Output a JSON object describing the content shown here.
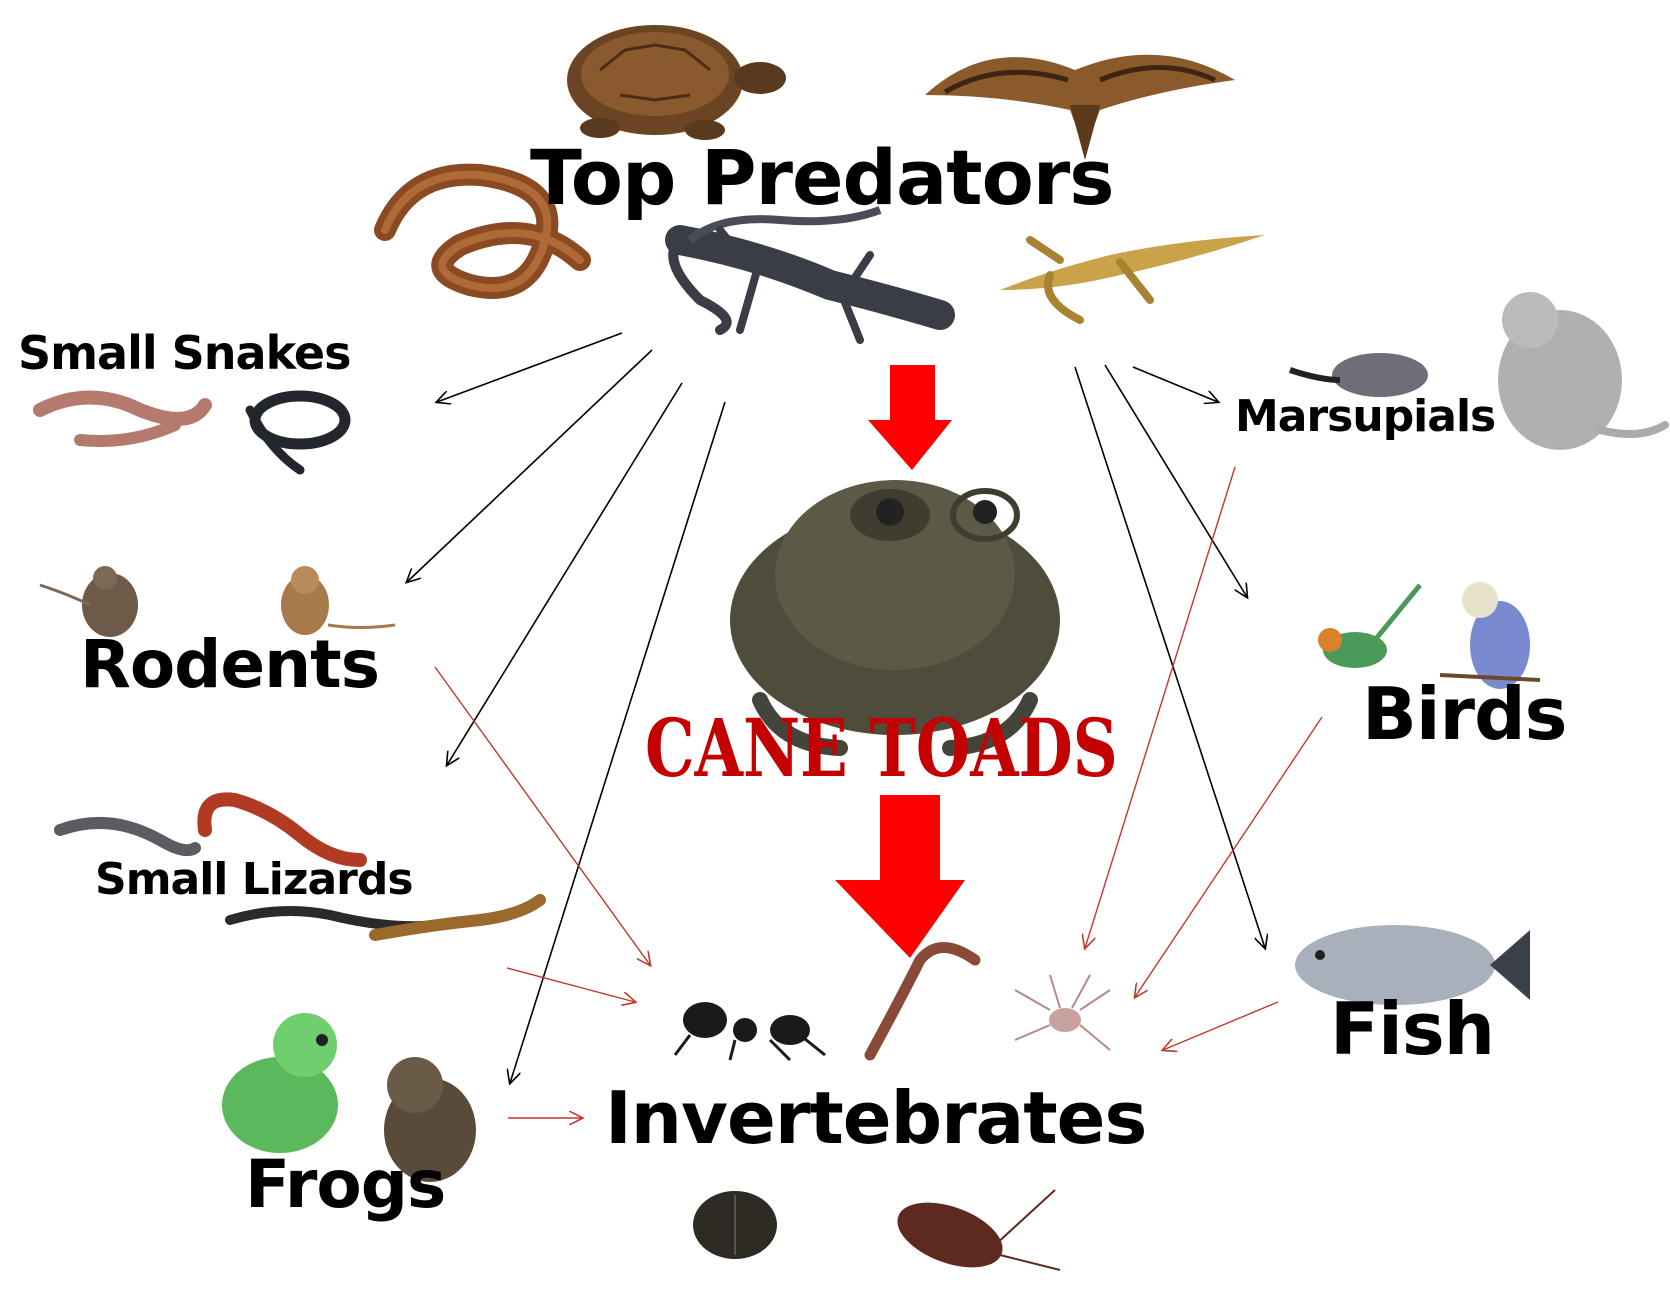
{
  "labels": {
    "top_predators": "Top Predators",
    "small_snakes": "Small Snakes",
    "rodents": "Rodents",
    "small_lizards": "Small Lizards",
    "frogs": "Frogs",
    "cane_toads": "CANE TOADS",
    "invertebrates": "Invertebrates",
    "marsupials": "Marsupials",
    "birds": "Birds",
    "fish": "Fish"
  },
  "colors": {
    "predator_arrow": "#000000",
    "prey_arrow": "#c0392b",
    "big_arrow": "#ff0000",
    "cane_text": "#c40000"
  }
}
